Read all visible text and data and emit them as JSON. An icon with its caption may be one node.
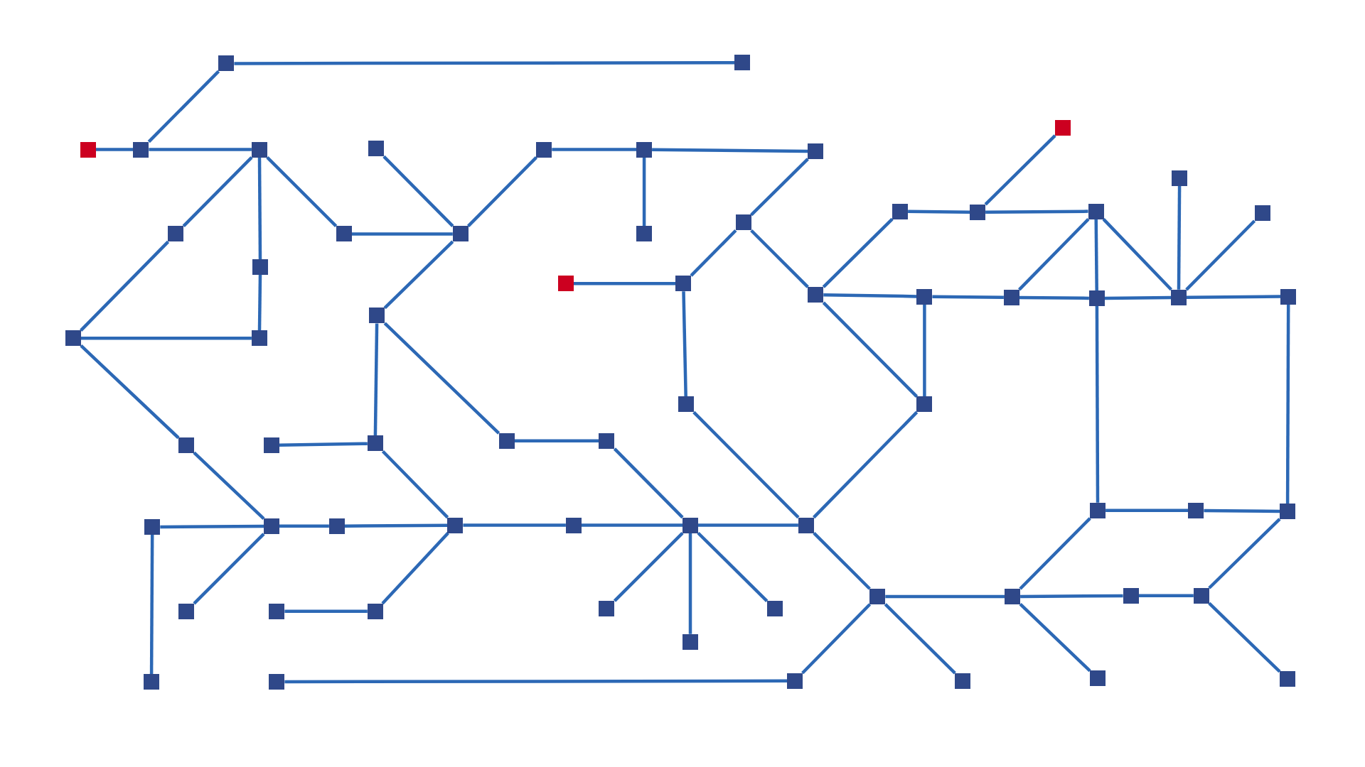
{
  "diagram": {
    "nodes": [
      {
        "text": [],
        "shape": "box"
      },
      {
        "text": [],
        "shape": "box"
      },
      {
        "text": [],
        "shape": "box"
      },
      {
        "text": [],
        "shape": "box"
      },
      {
        "text": [],
        "shape": "box"
      },
      {
        "text": [],
        "shape": "box"
      },
      {
        "text": [],
        "shape": "box"
      },
      {
        "text": [],
        "shape": "box"
      },
      {
        "text": [],
        "shape": "box"
      },
      {
        "text": [],
        "shape": "box"
      },
      {
        "text": [],
        "shape": "box"
      },
      {
        "text": [],
        "shape": "box"
      },
      {
        "text": [],
        "shape": "box"
      },
      {
        "text": [],
        "shape": "box"
      },
      {
        "text": [],
        "shape": "box"
      },
      {
        "text": [],
        "shape": "box"
      },
      {
        "text": [],
        "shape": "box"
      },
      {
        "text": [],
        "shape": "box"
      },
      {
        "text": [],
        "shape": "box"
      },
      {
        "text": [],
        "shape": "box"
      },
      {
        "text": [],
        "shape": "box"
      },
      {
        "text": [],
        "shape": "box"
      },
      {
        "text": [],
        "shape": "box"
      },
      {
        "text": [],
        "shape": "box"
      },
      {
        "text": [],
        "shape": "box"
      },
      {
        "text": [],
        "shape": "box"
      },
      {
        "text": [],
        "shape": "box"
      },
      {
        "text": [],
        "shape": "box"
      },
      {
        "text": [],
        "shape": "box"
      },
      {
        "text": [],
        "shape": "box"
      },
      {
        "text": [],
        "shape": "box"
      },
      {
        "text": [],
        "shape": "box"
      },
      {
        "text": [],
        "shape": "box"
      },
      {
        "text": [],
        "shape": "box"
      },
      {
        "text": [],
        "shape": "box"
      },
      {
        "text": [],
        "shape": "box"
      },
      {
        "text": [],
        "shape": "box"
      },
      {
        "text": [],
        "shape": "box"
      },
      {
        "text": [],
        "shape": "box"
      },
      {
        "text": [],
        "shape": "box"
      },
      {
        "text": [],
        "shape": "box"
      },
      {
        "text": [],
        "shape": "box"
      },
      {
        "text": [],
        "shape": "box"
      },
      {
        "text": [],
        "shape": "box"
      },
      {
        "text": [],
        "shape": "box"
      },
      {
        "text": [],
        "shape": "box"
      },
      {
        "text": [],
        "shape": "box"
      },
      {
        "text": [],
        "shape": "box"
      },
      {
        "text": [],
        "shape": "box"
      },
      {
        "text": [],
        "shape": "box"
      },
      {
        "text": [],
        "shape": "box"
      },
      {
        "text": [],
        "shape": "box"
      },
      {
        "text": [],
        "shape": "box"
      },
      {
        "text": [],
        "shape": "box"
      },
      {
        "text": [],
        "shape": "box"
      },
      {
        "text": [],
        "shape": "box"
      },
      {
        "text": [],
        "shape": "box"
      },
      {
        "text": [],
        "shape": "box"
      },
      {
        "text": [],
        "shape": "box"
      },
      {
        "text": [],
        "shape": "box"
      },
      {
        "text": [],
        "shape": "box"
      },
      {
        "text": [],
        "shape": "box"
      },
      {
        "text": [],
        "shape": "box"
      },
      {
        "text": [],
        "shape": "box"
      },
      {
        "text": [],
        "shape": "box"
      }
    ],
    "edges": [
      {
        "from": 0,
        "to": 1,
        "arrow": "none"
      },
      {
        "from": 0,
        "to": 3,
        "arrow": "none"
      },
      {
        "from": 2,
        "to": 3,
        "arrow": "none"
      },
      {
        "from": 3,
        "to": 4,
        "arrow": "none"
      },
      {
        "from": 4,
        "to": 11,
        "arrow": "none"
      },
      {
        "from": 4,
        "to": 20,
        "arrow": "none"
      },
      {
        "from": 20,
        "to": 30,
        "arrow": "none"
      },
      {
        "from": 4,
        "to": 12,
        "arrow": "none"
      },
      {
        "from": 12,
        "to": 13,
        "arrow": "none"
      },
      {
        "from": 5,
        "to": 13,
        "arrow": "none"
      },
      {
        "from": 13,
        "to": 6,
        "arrow": "none"
      },
      {
        "from": 6,
        "to": 7,
        "arrow": "none"
      },
      {
        "from": 7,
        "to": 8,
        "arrow": "none"
      },
      {
        "from": 7,
        "to": 14,
        "arrow": "none"
      },
      {
        "from": 8,
        "to": 15,
        "arrow": "none"
      },
      {
        "from": 15,
        "to": 22,
        "arrow": "none"
      },
      {
        "from": 15,
        "to": 23,
        "arrow": "none"
      },
      {
        "from": 21,
        "to": 22,
        "arrow": "none"
      },
      {
        "from": 22,
        "to": 33,
        "arrow": "none"
      },
      {
        "from": 33,
        "to": 45,
        "arrow": "none"
      },
      {
        "from": 13,
        "to": 31,
        "arrow": "none"
      },
      {
        "from": 31,
        "to": 36,
        "arrow": "none"
      },
      {
        "from": 31,
        "to": 37,
        "arrow": "none"
      },
      {
        "from": 37,
        "to": 38,
        "arrow": "none"
      },
      {
        "from": 38,
        "to": 44,
        "arrow": "none"
      },
      {
        "from": 11,
        "to": 29,
        "arrow": "none"
      },
      {
        "from": 29,
        "to": 30,
        "arrow": "none"
      },
      {
        "from": 29,
        "to": 34,
        "arrow": "none"
      },
      {
        "from": 34,
        "to": 40,
        "arrow": "none"
      },
      {
        "from": 39,
        "to": 40,
        "arrow": "none"
      },
      {
        "from": 39,
        "to": 59,
        "arrow": "none"
      },
      {
        "from": 40,
        "to": 49,
        "arrow": "none"
      },
      {
        "from": 40,
        "to": 41,
        "arrow": "none"
      },
      {
        "from": 41,
        "to": 42,
        "arrow": "none"
      },
      {
        "from": 35,
        "to": 36,
        "arrow": "none"
      },
      {
        "from": 36,
        "to": 42,
        "arrow": "none"
      },
      {
        "from": 42,
        "to": 51,
        "arrow": "none"
      },
      {
        "from": 50,
        "to": 51,
        "arrow": "none"
      },
      {
        "from": 42,
        "to": 43,
        "arrow": "none"
      },
      {
        "from": 43,
        "to": 44,
        "arrow": "none"
      },
      {
        "from": 44,
        "to": 45,
        "arrow": "none"
      },
      {
        "from": 44,
        "to": 52,
        "arrow": "none"
      },
      {
        "from": 44,
        "to": 54,
        "arrow": "none"
      },
      {
        "from": 44,
        "to": 53,
        "arrow": "none"
      },
      {
        "from": 45,
        "to": 32,
        "arrow": "none"
      },
      {
        "from": 23,
        "to": 32,
        "arrow": "none"
      },
      {
        "from": 24,
        "to": 32,
        "arrow": "none"
      },
      {
        "from": 23,
        "to": 16,
        "arrow": "none"
      },
      {
        "from": 23,
        "to": 24,
        "arrow": "none"
      },
      {
        "from": 24,
        "to": 25,
        "arrow": "none"
      },
      {
        "from": 25,
        "to": 26,
        "arrow": "none"
      },
      {
        "from": 26,
        "to": 27,
        "arrow": "none"
      },
      {
        "from": 27,
        "to": 28,
        "arrow": "none"
      },
      {
        "from": 16,
        "to": 17,
        "arrow": "none"
      },
      {
        "from": 17,
        "to": 18,
        "arrow": "none"
      },
      {
        "from": 17,
        "to": 9,
        "arrow": "none"
      },
      {
        "from": 18,
        "to": 25,
        "arrow": "none"
      },
      {
        "from": 18,
        "to": 26,
        "arrow": "none"
      },
      {
        "from": 18,
        "to": 27,
        "arrow": "none"
      },
      {
        "from": 10,
        "to": 27,
        "arrow": "none"
      },
      {
        "from": 19,
        "to": 27,
        "arrow": "none"
      },
      {
        "from": 26,
        "to": 46,
        "arrow": "none"
      },
      {
        "from": 28,
        "to": 48,
        "arrow": "none"
      },
      {
        "from": 46,
        "to": 47,
        "arrow": "none"
      },
      {
        "from": 47,
        "to": 48,
        "arrow": "none"
      },
      {
        "from": 46,
        "to": 56,
        "arrow": "none"
      },
      {
        "from": 48,
        "to": 58,
        "arrow": "none"
      },
      {
        "from": 45,
        "to": 55,
        "arrow": "none"
      },
      {
        "from": 55,
        "to": 56,
        "arrow": "none"
      },
      {
        "from": 56,
        "to": 57,
        "arrow": "none"
      },
      {
        "from": 57,
        "to": 58,
        "arrow": "none"
      },
      {
        "from": 56,
        "to": 63,
        "arrow": "none"
      },
      {
        "from": 58,
        "to": 64,
        "arrow": "none"
      },
      {
        "from": 55,
        "to": 61,
        "arrow": "none"
      },
      {
        "from": 55,
        "to": 62,
        "arrow": "none"
      },
      {
        "from": 60,
        "to": 61,
        "arrow": "none"
      }
    ]
  }
}
